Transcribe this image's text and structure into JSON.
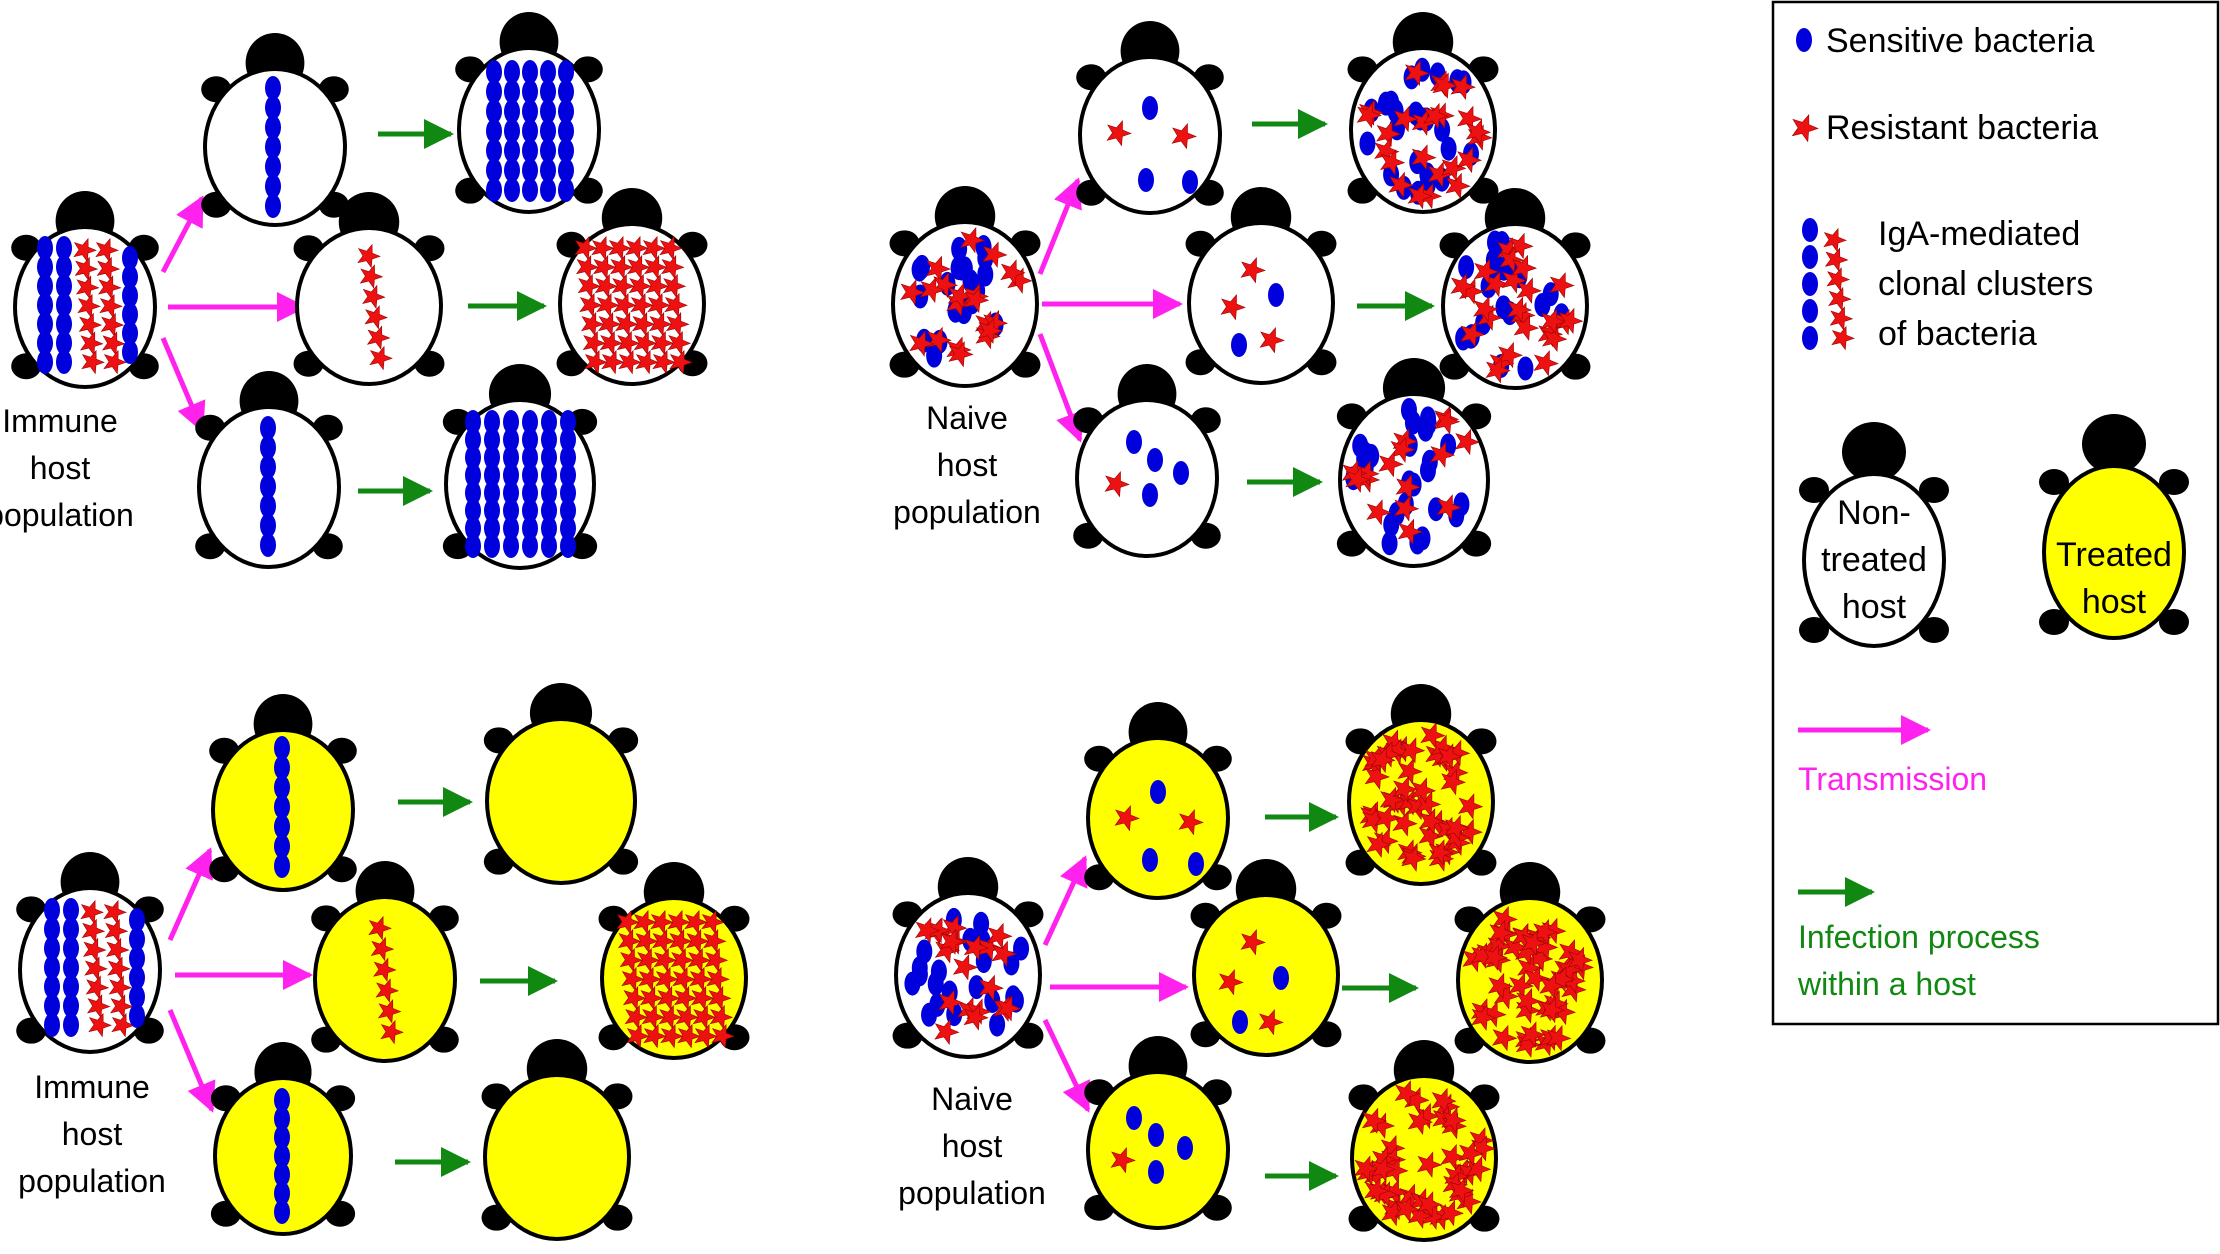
{
  "colors": {
    "sensitive": "#0000dd",
    "resistant": "#ee1111",
    "transmission": "#ff22ee",
    "infection": "#118811",
    "treated_fill": "#ffff00",
    "nontreated_fill": "#ffffff",
    "outline": "#000000"
  },
  "labels": {
    "immune_top": [
      "Immune",
      "host",
      "population"
    ],
    "naive_top": [
      "Naive",
      "host",
      "population"
    ],
    "immune_bottom": [
      "Immune",
      "host",
      "population"
    ],
    "naive_bottom": [
      "Naive",
      "host",
      "population"
    ]
  },
  "legend": {
    "sensitive": "Sensitive bacteria",
    "resistant": "Resistant bacteria",
    "clusters": [
      "IgA-mediated",
      "clonal clusters",
      "of bacteria"
    ],
    "nontreated": [
      "Non-",
      "treated",
      "host"
    ],
    "treated": [
      "Treated",
      "host"
    ],
    "transmission": "Transmission",
    "infection": [
      "Infection process",
      "within a host"
    ]
  },
  "icons": {
    "host": "turtle-host-icon",
    "sensitive": "blue-oval-icon",
    "resistant": "red-star-icon",
    "transmission": "magenta-arrow-icon",
    "infection": "green-arrow-icon"
  }
}
